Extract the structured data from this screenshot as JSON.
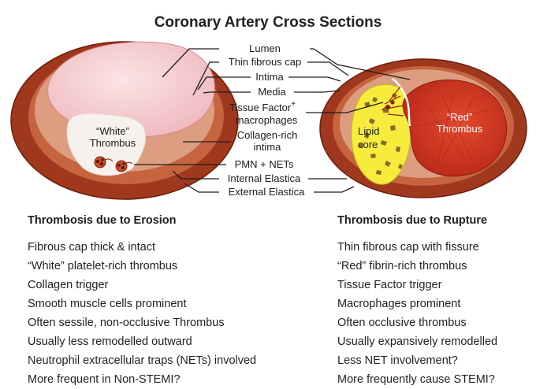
{
  "title": "Coronary Artery Cross Sections",
  "labels": {
    "lumen": "Lumen",
    "thin_fibrous_cap": "Thin fibrous cap",
    "intima": "Intima",
    "media": "Media",
    "tissue_factor_line1": "Tissue Factor",
    "tissue_factor_sup": "+",
    "tissue_factor_line2": "macrophages",
    "collagen_line1": "Collagen-rich",
    "collagen_line2": "intima",
    "pmn_nets": "PMN + NETs",
    "internal_elastica": "Internal Elastica",
    "external_elastica": "External Elastica",
    "white_thrombus_line1": "“White”",
    "white_thrombus_line2": "Thrombus",
    "lipid_line1": "Lipid",
    "lipid_line2": "core",
    "red_thrombus_line1": "“Red”",
    "red_thrombus_line2": "Thrombus"
  },
  "erosion": {
    "heading": "Thrombosis due to Erosion",
    "items": [
      "Fibrous cap thick & intact",
      "“White” platelet-rich thrombus",
      "Collagen trigger",
      "Smooth muscle cells prominent",
      "Often sessile, non-occlusive Thrombus",
      "Usually less remodelled outward",
      "Neutrophil extracellular traps (NETs) involved",
      "More frequent in Non-STEMI?"
    ]
  },
  "rupture": {
    "heading": "Thrombosis due to Rupture",
    "items": [
      "Thin fibrous cap with fissure",
      "“Red” fibrin-rich thrombus",
      "Tissue Factor trigger",
      "Macrophages prominent",
      "Often occlusive thrombus",
      "Usually expansively remodelled",
      "Less NET involvement?",
      "More frequently cause STEMI?"
    ]
  },
  "colors": {
    "adventitia": "#a0381e",
    "media": "#c5643e",
    "intima": "#e3a98d",
    "lumen": "#f5cdd0",
    "white_thrombus": "#f7f1ee",
    "lipid_core": "#f7ec3c",
    "red_thrombus": "#d63a25",
    "leader_line": "#1d1d1d"
  }
}
